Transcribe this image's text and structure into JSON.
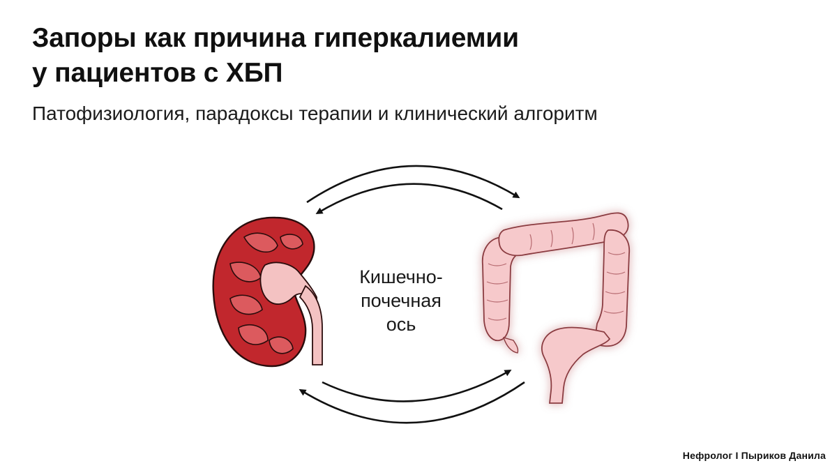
{
  "title": {
    "line1": "Запоры как причина гиперкалиемии",
    "line2": "у пациентов с ХБП"
  },
  "subtitle": "Патофизиология, парадоксы терапии и клинический алгоритм",
  "center_label": {
    "line1": "Кишечно-",
    "line2": "почечная",
    "line3": "ось"
  },
  "credit": "Нефролог I Пыриков Данила",
  "colors": {
    "kidney_fill": "#c1272d",
    "kidney_inner": "#f4c2c2",
    "colon_fill": "#f6c9cb",
    "colon_glow": "#f7b1b5",
    "arrow": "#111111"
  },
  "icons": [
    "kidney-illustration",
    "colon-illustration",
    "cycle-arrow-top",
    "cycle-arrow-bottom"
  ]
}
